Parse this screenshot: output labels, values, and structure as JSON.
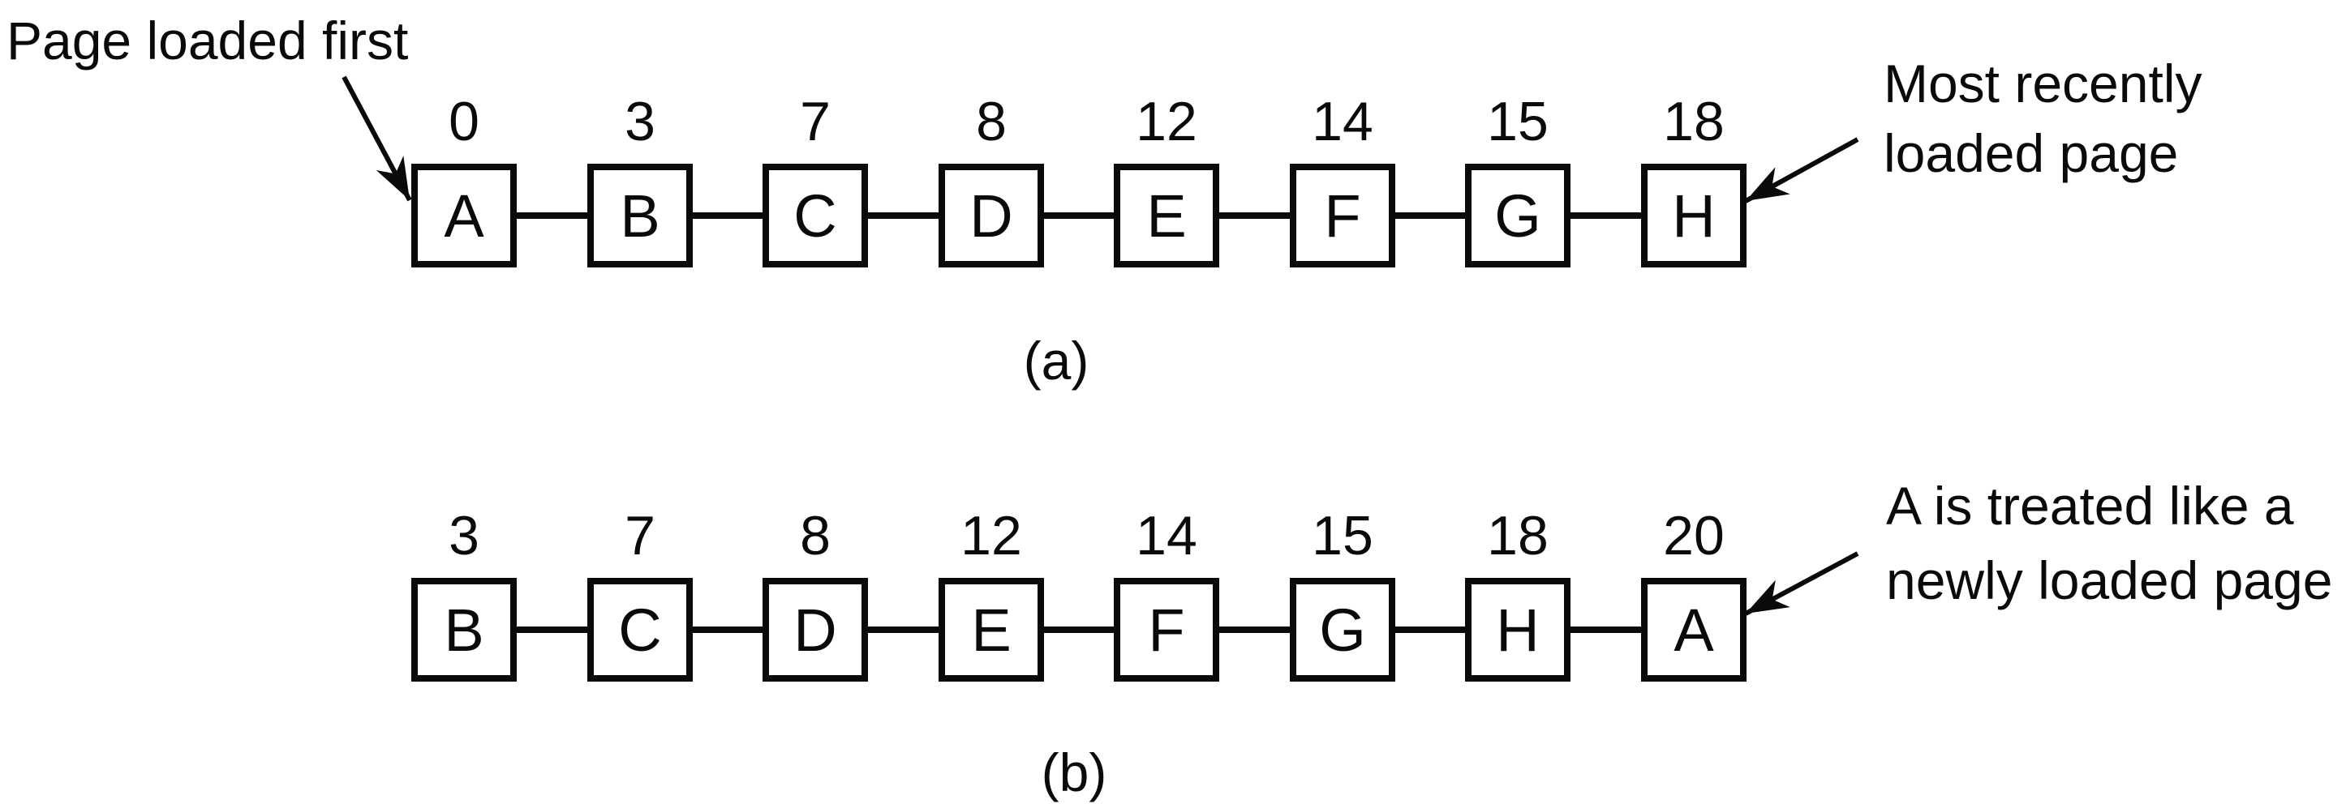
{
  "figure": {
    "background_color": "#ffffff",
    "ink_color": "#0a0a0a"
  },
  "annotations": {
    "page_loaded_first": "Page loaded first",
    "most_recently_line1": "Most recently",
    "most_recently_line2": "loaded page",
    "a_treated_line1": "A is treated like a",
    "a_treated_line2": "newly loaded page"
  },
  "rows": [
    {
      "caption": "(a)",
      "nodes": [
        {
          "letter": "A",
          "age": "0"
        },
        {
          "letter": "B",
          "age": "3"
        },
        {
          "letter": "C",
          "age": "7"
        },
        {
          "letter": "D",
          "age": "8"
        },
        {
          "letter": "E",
          "age": "12"
        },
        {
          "letter": "F",
          "age": "14"
        },
        {
          "letter": "G",
          "age": "15"
        },
        {
          "letter": "H",
          "age": "18"
        }
      ]
    },
    {
      "caption": "(b)",
      "nodes": [
        {
          "letter": "B",
          "age": "3"
        },
        {
          "letter": "C",
          "age": "7"
        },
        {
          "letter": "D",
          "age": "8"
        },
        {
          "letter": "E",
          "age": "12"
        },
        {
          "letter": "F",
          "age": "14"
        },
        {
          "letter": "G",
          "age": "15"
        },
        {
          "letter": "H",
          "age": "18"
        },
        {
          "letter": "A",
          "age": "20"
        }
      ]
    }
  ]
}
